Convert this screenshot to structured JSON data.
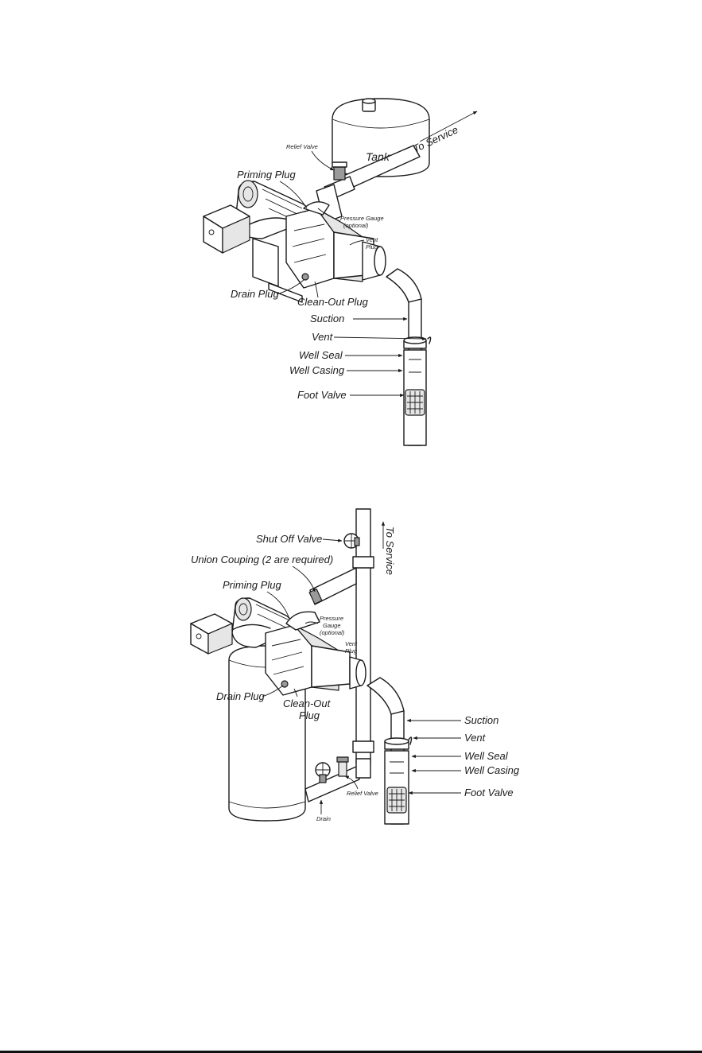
{
  "diagram_top": {
    "labels": {
      "tank": "Tank",
      "to_service": "To Service",
      "relief_valve": "Relief Valve",
      "priming_plug": "Priming Plug",
      "pressure_gauge_line1": "Pressure Gauge",
      "pressure_gauge_line2": "(optional)",
      "vent_plug_line1": "Vent",
      "vent_plug_line2": "Plug",
      "drain_plug": "Drain Plug",
      "clean_out_plug": "Clean-Out Plug",
      "suction": "Suction",
      "vent": "Vent",
      "well_seal": "Well Seal",
      "well_casing": "Well Casing",
      "foot_valve": "Foot Valve"
    }
  },
  "diagram_bottom": {
    "labels": {
      "shut_off_valve": "Shut Off Valve",
      "union_coupling": "Union Couping (2 are required)",
      "to_service": "To Service",
      "priming_plug": "Priming Plug",
      "pressure_gauge_line1": "Pressure",
      "pressure_gauge_line2": "Gauge",
      "pressure_gauge_line3": "(optional)",
      "vent_plug_line1": "Vent",
      "vent_plug_line2": "Plug",
      "drain_plug": "Drain Plug",
      "clean_out_line1": "Clean-Out",
      "clean_out_line2": "Plug",
      "suction": "Suction",
      "vent": "Vent",
      "well_seal": "Well Seal",
      "well_casing": "Well Casing",
      "foot_valve": "Foot Valve",
      "relief_valve": "Relief Valve",
      "drain": "Drain"
    }
  }
}
